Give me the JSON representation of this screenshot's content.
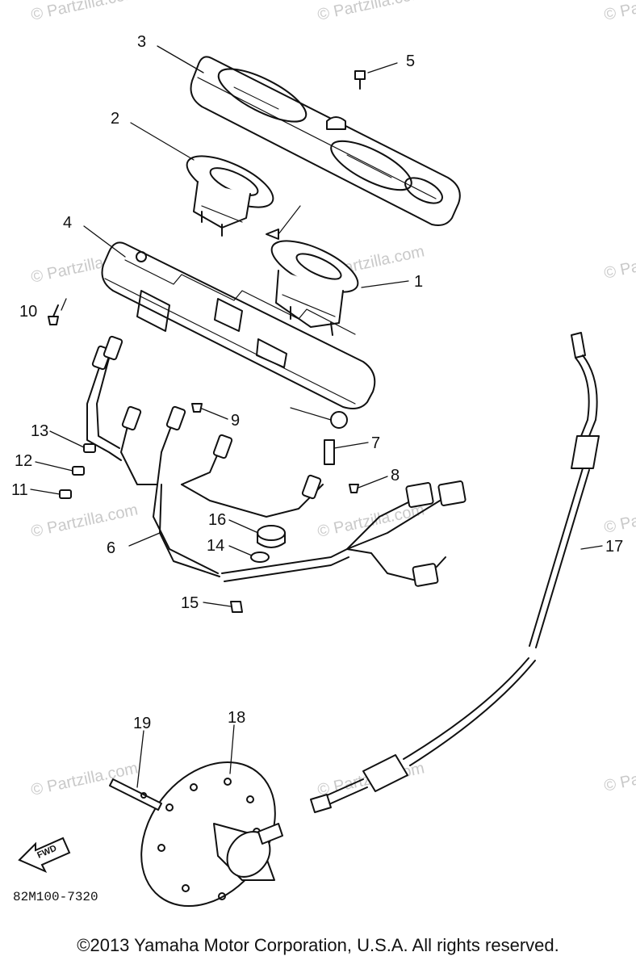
{
  "watermark": "© Partzilla.com",
  "drawing_code": "82M100-7320",
  "fwd_label": "FWD",
  "footer": "©2013  Yamaha Motor Corporation, U.S.A. All rights reserved.",
  "callouts": [
    {
      "id": "1",
      "label": "1"
    },
    {
      "id": "2",
      "label": "2"
    },
    {
      "id": "3",
      "label": "3"
    },
    {
      "id": "4",
      "label": "4"
    },
    {
      "id": "5",
      "label": "5"
    },
    {
      "id": "6",
      "label": "6"
    },
    {
      "id": "7",
      "label": "7"
    },
    {
      "id": "8",
      "label": "8"
    },
    {
      "id": "9",
      "label": "9"
    },
    {
      "id": "10",
      "label": "10"
    },
    {
      "id": "11",
      "label": "11"
    },
    {
      "id": "12",
      "label": "12"
    },
    {
      "id": "13",
      "label": "13"
    },
    {
      "id": "14",
      "label": "14"
    },
    {
      "id": "15",
      "label": "15"
    },
    {
      "id": "16",
      "label": "16"
    },
    {
      "id": "17",
      "label": "17"
    },
    {
      "id": "18",
      "label": "18"
    },
    {
      "id": "19",
      "label": "19"
    }
  ]
}
